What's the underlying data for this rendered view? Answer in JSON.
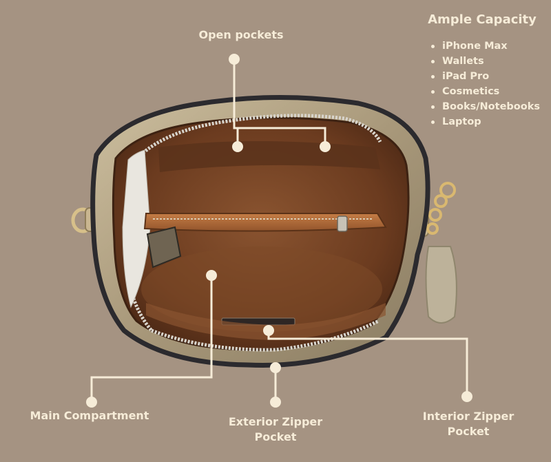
{
  "labels": {
    "open_pockets": "Open pockets",
    "main_compartment": "Main Compartment",
    "exterior_zipper_line1": "Exterior Zipper",
    "exterior_zipper_line2": "Pocket",
    "interior_zipper_line1": "Interior Zipper",
    "interior_zipper_line2": "Pocket"
  },
  "capacity": {
    "title": "Ample Capacity",
    "items": [
      {
        "label": "iPhone Max"
      },
      {
        "label": "Wallets"
      },
      {
        "label": "iPad Pro"
      },
      {
        "label": "Cosmetics"
      },
      {
        "label": "Books/Notebooks"
      },
      {
        "label": "Laptop"
      }
    ]
  },
  "colors": {
    "background": "#a59382",
    "callout": "#f6ecd8",
    "bag_shell": "#b9ab8d",
    "bag_trim": "#2b2a2e",
    "lining": "#7a4626"
  }
}
